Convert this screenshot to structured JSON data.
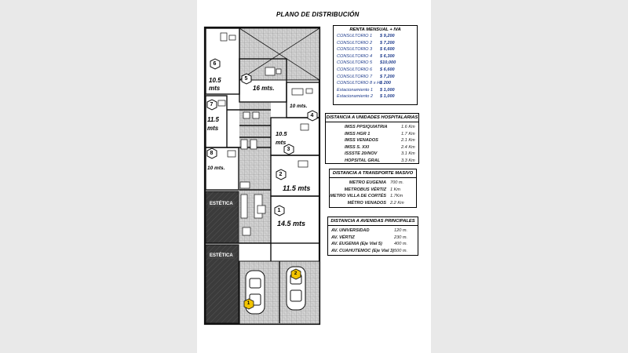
{
  "title": "PLANO DE DISTRIBUCIÓN",
  "rooms": [
    {
      "num": "6",
      "area_line1": "10.5",
      "area_line2": "mts"
    },
    {
      "num": "5",
      "area_line1": "16 mts.",
      "area_line2": ""
    },
    {
      "num": "7",
      "area_line1": "11.5",
      "area_line2": "mts"
    },
    {
      "num": "4",
      "area_line1": "10 mts.",
      "area_line2": ""
    },
    {
      "num": "3",
      "area_line1": "10.5",
      "area_line2": "mts"
    },
    {
      "num": "8",
      "area_line1": "10 mts.",
      "area_line2": ""
    },
    {
      "num": "2",
      "area_line1": "11.5 mts",
      "area_line2": ""
    },
    {
      "num": "1",
      "area_line1": "14.5 mts",
      "area_line2": ""
    }
  ],
  "estetica_labels": [
    "ESTÉTICA",
    "ESTÉTICA"
  ],
  "parking_numbers": [
    "1",
    "2"
  ],
  "renta": {
    "header": "RENTA MENSUAL + IVA",
    "rows": [
      {
        "label": "CONSULTORIO 1",
        "value": "$ 9,200"
      },
      {
        "label": "CONSULTORIO 2",
        "value": "$ 7,200"
      },
      {
        "label": "CONSULTORIO 3",
        "value": "$ 6,600"
      },
      {
        "label": "CONSULTORIO 4",
        "value": "$ 6,300"
      },
      {
        "label": "CONSULTORIO 5",
        "value": "$10,000"
      },
      {
        "label": "CONSULTORIO 6",
        "value": "$ 6,600"
      },
      {
        "label": "CONSULTORIO 7",
        "value": "$ 7,200"
      },
      {
        "label": "CONSULTORIO 8 x Hr.",
        "value": "$ 200"
      },
      {
        "label": "Estacionamiento 1",
        "value": "$ 1,000"
      },
      {
        "label": "Estacionamiento 2",
        "value": "$ 1,000"
      }
    ]
  },
  "hospitales": {
    "header": "DISTANCIA A UNIDADES HOSPITALARIAS",
    "rows": [
      {
        "label": "IMSS PPSIQUIATRIA",
        "value": "1.6 Km"
      },
      {
        "label": "IMSS HGR 1",
        "value": "1.7 Km"
      },
      {
        "label": "IMSS VENADOS",
        "value": "2.1 Km"
      },
      {
        "label": "IMSS S. XXI",
        "value": "2.4 Km"
      },
      {
        "label": "ISSSTE 20/NOV",
        "value": "3.1 Km"
      },
      {
        "label": "HOPSITAL GRAL",
        "value": "3.3 Km"
      }
    ]
  },
  "transporte": {
    "header": "DISTANCIA A TRANSPORTE MASIVO",
    "rows": [
      {
        "label": "METRO EUGENIA",
        "value": "700 m."
      },
      {
        "label": "METROBUS VÉRTIZ",
        "value": "1 Km"
      },
      {
        "label": "METRO VILLA DE CORTÉS",
        "value": "1.7Km"
      },
      {
        "label": "MÉTRO VENADOS",
        "value": "2.2 Km"
      }
    ]
  },
  "avenidas": {
    "header": "DISTANCIA A AVENIDAS PRINCIPALES",
    "rows": [
      {
        "label": "AV. UNIVERSIDAD",
        "value": "120 m."
      },
      {
        "label": "AV. VÉRTIZ",
        "value": "230 m."
      },
      {
        "label": "AV. EUGENIA (Eje Vial 5)",
        "value": "400 m."
      },
      {
        "label": "AV. CUAHUTEMOC (Eje Vial 3)",
        "value": "500 m."
      }
    ]
  },
  "colors": {
    "plan_line": "#111111",
    "tile": "#bdbdbd",
    "dark_area": "#3b3b3b",
    "parking_badge": "#f2c400",
    "table_text": "#1c3a8c"
  }
}
